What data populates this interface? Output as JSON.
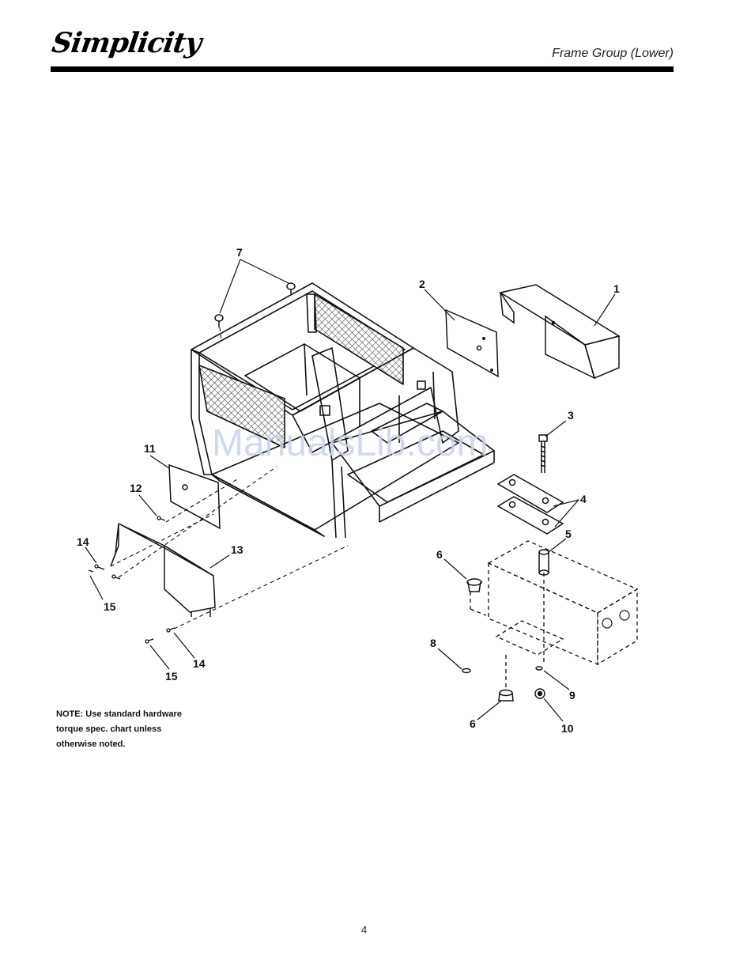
{
  "header": {
    "brand": "Simplicity",
    "section_title": "Frame Group (Lower)"
  },
  "diagram": {
    "callouts": [
      "1",
      "2",
      "3",
      "4",
      "5",
      "6",
      "6",
      "7",
      "8",
      "9",
      "10",
      "11",
      "12",
      "13",
      "14",
      "14",
      "15",
      "15"
    ]
  },
  "note": {
    "line1": "NOTE: Use standard hardware",
    "line2": "torque spec. chart unless",
    "line3": "otherwise noted."
  },
  "watermark": "ManualsLib.com",
  "footer": {
    "page_number": "4"
  }
}
